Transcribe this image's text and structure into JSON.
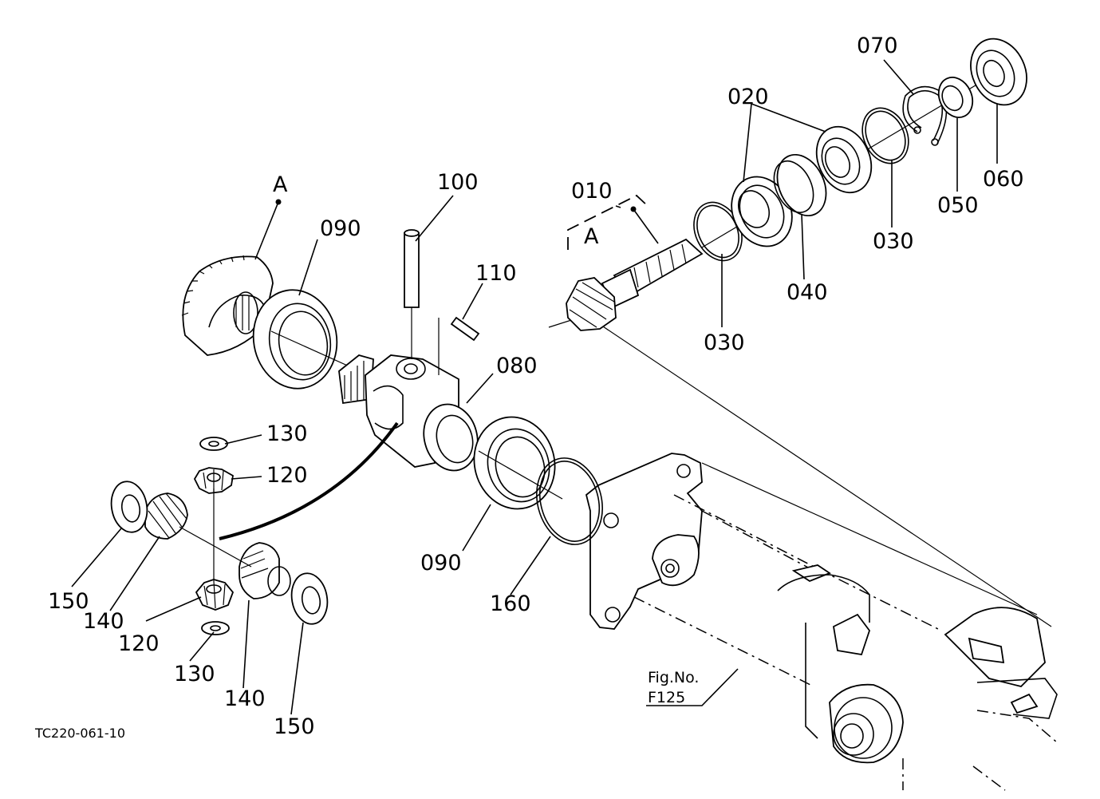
{
  "drawing_code": "TC220-061-10",
  "fig_ref": {
    "line1": "Fig.No.",
    "line2": "F125"
  },
  "view_marker": "A",
  "parts": {
    "p010": "010",
    "p020": "020",
    "p030a": "030",
    "p030b": "030",
    "p040": "040",
    "p050": "050",
    "p060": "060",
    "p070": "070",
    "p080": "080",
    "p090a": "090",
    "p090b": "090",
    "p100": "100",
    "p110": "110",
    "p120a": "120",
    "p120b": "120",
    "p130a": "130",
    "p130b": "130",
    "p140a": "140",
    "p140b": "140",
    "p150a": "150",
    "p150b": "150",
    "p160": "160"
  }
}
